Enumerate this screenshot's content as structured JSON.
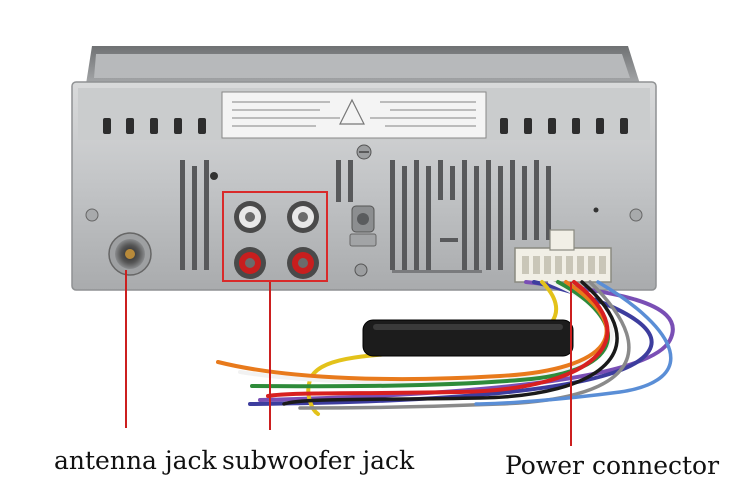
{
  "labels": {
    "antenna": "antenna jack",
    "subwoofer": "subwoofer jack",
    "power": "Power connector"
  },
  "colors": {
    "leader_line": "#cc1f1f",
    "highlight_box": "#d92a2a",
    "chassis": "#bcbec0",
    "rca_red": "#c81e1e",
    "rca_white": "#e8e8e8"
  },
  "wire_colors": [
    "#7a4fb5",
    "#3d3d9e",
    "#e3c21a",
    "#f2f2f2",
    "#2e8b3a",
    "#e87a1c",
    "#d82020",
    "#1a1a1a",
    "#8a8a8a",
    "#5a8ed6"
  ],
  "icons": [
    "rca-jack-icon",
    "antenna-socket-icon",
    "wire-harness-icon"
  ]
}
